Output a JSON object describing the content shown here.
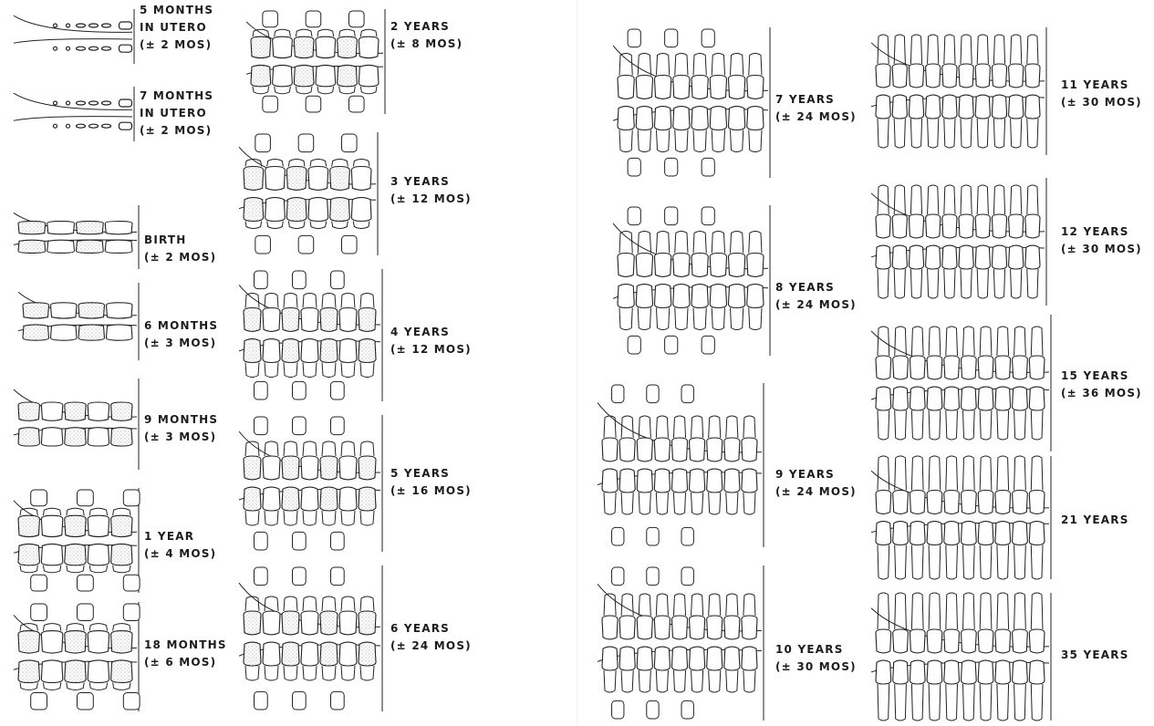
{
  "stages": [
    {
      "id": "s1",
      "lines": [
        "5 MONTHS",
        "IN UTERO",
        "(± 2 MOS)"
      ]
    },
    {
      "id": "s2",
      "lines": [
        "7 MONTHS",
        "IN UTERO",
        "(± 2 MOS)"
      ]
    },
    {
      "id": "s3",
      "lines": [
        "BIRTH",
        "(± 2 MOS)"
      ]
    },
    {
      "id": "s4",
      "lines": [
        "6 MONTHS",
        "(± 3 MOS)"
      ]
    },
    {
      "id": "s5",
      "lines": [
        "9 MONTHS",
        "(± 3 MOS)"
      ]
    },
    {
      "id": "s6",
      "lines": [
        "1 YEAR",
        "(± 4 MOS)"
      ]
    },
    {
      "id": "s7",
      "lines": [
        "18 MONTHS",
        "(± 6 MOS)"
      ]
    },
    {
      "id": "s8",
      "lines": [
        "2 YEARS",
        "(± 8 MOS)"
      ]
    },
    {
      "id": "s9",
      "lines": [
        "3 YEARS",
        "(± 12 MOS)"
      ]
    },
    {
      "id": "s10",
      "lines": [
        "4 YEARS",
        "(± 12 MOS)"
      ]
    },
    {
      "id": "s11",
      "lines": [
        "5 YEARS",
        "(± 16 MOS)"
      ]
    },
    {
      "id": "s12",
      "lines": [
        "6 YEARS",
        "(± 24 MOS)"
      ]
    },
    {
      "id": "s13",
      "lines": [
        "7 YEARS",
        "(± 24 MOS)"
      ]
    },
    {
      "id": "s14",
      "lines": [
        "8 YEARS",
        "(± 24 MOS)"
      ]
    },
    {
      "id": "s15",
      "lines": [
        "9 YEARS",
        "(± 24 MOS)"
      ]
    },
    {
      "id": "s16",
      "lines": [
        "10 YEARS",
        "(± 30 MOS)"
      ]
    },
    {
      "id": "s17",
      "lines": [
        "11 YEARS",
        "(± 30 MOS)"
      ]
    },
    {
      "id": "s18",
      "lines": [
        "12 YEARS",
        "(± 30 MOS)"
      ]
    },
    {
      "id": "s19",
      "lines": [
        "15 YEARS",
        "(± 36 MOS)"
      ]
    },
    {
      "id": "s20",
      "lines": [
        "21 YEARS"
      ]
    },
    {
      "id": "s21",
      "lines": [
        "35 YEARS"
      ]
    }
  ],
  "colors": {
    "ink": "#222222",
    "stipple": "#bdbdbd",
    "background": "#ffffff"
  }
}
